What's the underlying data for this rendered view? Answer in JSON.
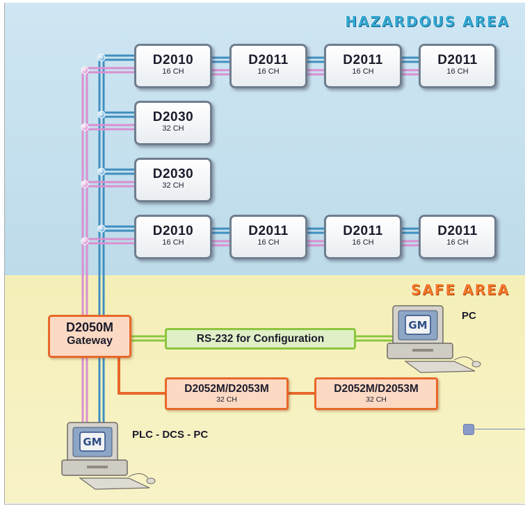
{
  "areas": {
    "hazardous_title": "HAZARDOUS AREA",
    "safe_title": "SAFE AREA"
  },
  "rows": [
    {
      "modules": [
        {
          "name": "D2010",
          "channels": "16 CH"
        },
        {
          "name": "D2011",
          "channels": "16 CH"
        },
        {
          "name": "D2011",
          "channels": "16 CH"
        },
        {
          "name": "D2011",
          "channels": "16 CH"
        }
      ]
    },
    {
      "modules": [
        {
          "name": "D2030",
          "channels": "32 CH"
        }
      ]
    },
    {
      "modules": [
        {
          "name": "D2030",
          "channels": "32 CH"
        }
      ]
    },
    {
      "modules": [
        {
          "name": "D2010",
          "channels": "16 CH"
        },
        {
          "name": "D2011",
          "channels": "16 CH"
        },
        {
          "name": "D2011",
          "channels": "16 CH"
        },
        {
          "name": "D2011",
          "channels": "16 CH"
        }
      ]
    }
  ],
  "gateway": {
    "name": "D2050M",
    "subtitle": "Gateway"
  },
  "rs232": {
    "label": "RS-232 for Configuration"
  },
  "safe_modules": [
    {
      "name": "D2052M/D2053M",
      "channels": "32 CH"
    },
    {
      "name": "D2052M/D2053M",
      "channels": "32 CH"
    }
  ],
  "computers": {
    "config_pc_label": "PC",
    "host_label": "PLC - DCS - PC",
    "logo_text": "GM"
  },
  "colors": {
    "bus_blue": "#3f8fc0",
    "bus_pink": "#d98fcf",
    "rs232_green": "#8cc63f",
    "safe_orange": "#e8672a"
  },
  "icons": [
    "computer-icon",
    "keyboard-icon",
    "mouse-icon"
  ]
}
